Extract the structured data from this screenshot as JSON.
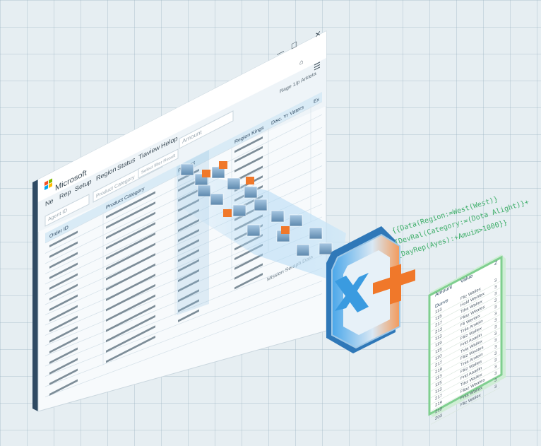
{
  "window": {
    "brand": "Microsoft",
    "menu": [
      "Ne",
      "Rep",
      "Setup",
      "Region",
      "Status",
      "Tiaview",
      "Helop"
    ],
    "filter_placeholder": "Amount",
    "filter_left": "Agent ID",
    "dropdown_left": "Product Category",
    "dropdown_mid": "Select filter Result",
    "page_indicator": "Rage 1/p Arkleta",
    "columns": [
      "Order ID",
      "Product Category",
      "Product",
      "Region Kings",
      "Disc. Yr Vaters",
      "Ex"
    ],
    "footer_text": "Mission Seraph Data",
    "controls": {
      "minimize": "—",
      "maximize": "☐",
      "close": "✕"
    }
  },
  "formula": {
    "line1": "{{Data(Region:=West(West)}",
    "line2": "+{{DevRal(Category:=(Dota Alight)}+",
    "line3": "+{{DayRep(Ayes):+Amuim>1000}}"
  },
  "result_table": {
    "headers": [
      "Amount",
      "Value",
      "Z"
    ],
    "sub_header": "Durve",
    "rows": [
      [
        "113",
        "Fliz Waliex",
        "3"
      ],
      [
        "115",
        "Hold Wehlex",
        "3"
      ],
      [
        "217",
        "Tiha Waliex",
        "3"
      ],
      [
        "213",
        "Fliaz Weates",
        "3"
      ],
      [
        "113",
        "Fli Weriaix",
        "3"
      ],
      [
        "119",
        "Tnla Amtein",
        "3"
      ],
      [
        "115",
        "Fliiz Waliex",
        "3"
      ],
      [
        "110",
        "Frld Aoadin",
        "3"
      ],
      [
        "217",
        "Tvia Wailex",
        "3"
      ],
      [
        "219",
        "Fliiz Weates",
        "3"
      ],
      [
        "113",
        "Tnia Amtein",
        "3"
      ],
      [
        "115",
        "Fliiz Walies",
        "3"
      ],
      [
        "113",
        "Frld Aaadin",
        "3"
      ],
      [
        "217",
        "Tihz Wailex",
        "3"
      ],
      [
        "219",
        "Fliaz Weates",
        "3"
      ],
      [
        "210",
        "Fnia Waliex",
        "3"
      ],
      [
        "203",
        "Fliz Waliex",
        "3"
      ]
    ]
  },
  "colors": {
    "window_edge": "#2f4a63",
    "header_row": "#d9ebf6",
    "selection": "#8fbfe0",
    "accent_blue": "#3a9be0",
    "accent_orange": "#f0782a",
    "result_border": "#7fcf8f",
    "formula_green": "#3fae6a"
  }
}
